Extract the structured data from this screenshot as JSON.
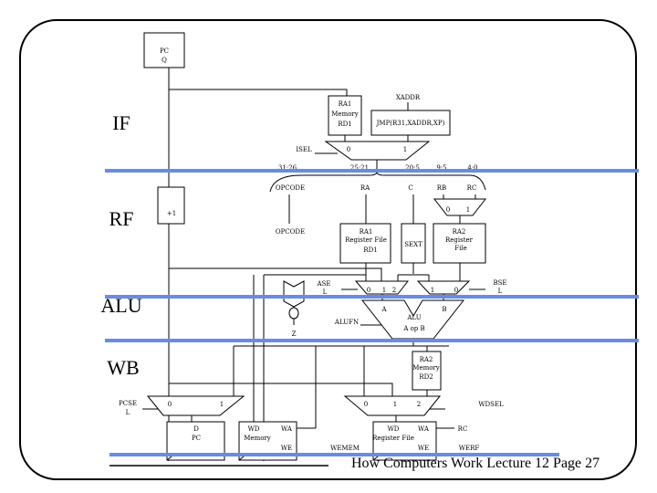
{
  "stages": {
    "if": "IF",
    "rf": "RF",
    "alu": "ALU",
    "wb": "WB"
  },
  "pc_top": {
    "line1": "PC",
    "line2": "Q"
  },
  "imem": {
    "l1": "RA1",
    "l2": "Memory",
    "l3": "RD1"
  },
  "xaddr": "XADDR",
  "jmp": "JMP(R31,XADDR,XP)",
  "isel": {
    "label": "ISEL",
    "in0": "0",
    "in1": "1"
  },
  "fields": {
    "f1": "31:26",
    "f2": "25:21",
    "f3": "20:5",
    "f4": "9:5",
    "f5": "4:0"
  },
  "field_names": {
    "opcode": "OPCODE",
    "ra": "RA",
    "c": "C",
    "rb": "RB",
    "rc": "RC"
  },
  "rbmux": {
    "in0": "0",
    "in1": "1"
  },
  "plus1": "+1",
  "opcode_out": "OPCODE",
  "regfile1": {
    "l1": "RA1",
    "l2": "Register File",
    "l3": "RD1"
  },
  "sext": "SEXT",
  "regfile2": {
    "l1": "RA2",
    "l2": "Register",
    "l3": "File"
  },
  "asel": {
    "l1": "ASE",
    "l2": "L",
    "in0": "0",
    "in1": "1",
    "in2": "2"
  },
  "bsel": {
    "l1": "BSE",
    "l2": "L",
    "in1": "1",
    "in0": "0"
  },
  "alu": {
    "a": "A",
    "b": "B",
    "name": "ALU",
    "op": "A op B",
    "fn": "ALUFN"
  },
  "z": "Z",
  "dmem": {
    "l1": "RA2",
    "l2": "Memory",
    "l3": "RD2"
  },
  "pcsel": {
    "l1": "PCSE",
    "l2": "L",
    "in0": "0",
    "in1": "1"
  },
  "wdsel": {
    "label": "WDSEL",
    "in0": "0",
    "in1": "1",
    "in2": "2"
  },
  "pc_bottom": {
    "l1": "D",
    "l2": "PC"
  },
  "mem_w": {
    "wd": "WD",
    "name": "Memory",
    "wa": "WA",
    "we": "WE",
    "we_sig": "WEMEM"
  },
  "rf_w": {
    "wd": "WD",
    "name": "Register File",
    "wa": "WA",
    "we": "WE",
    "we_sig": "WERF",
    "rc": "RC"
  },
  "footer": "How Computers Work Lecture 12 Page 27",
  "colors": {
    "stage_line": "#6b8be0"
  }
}
